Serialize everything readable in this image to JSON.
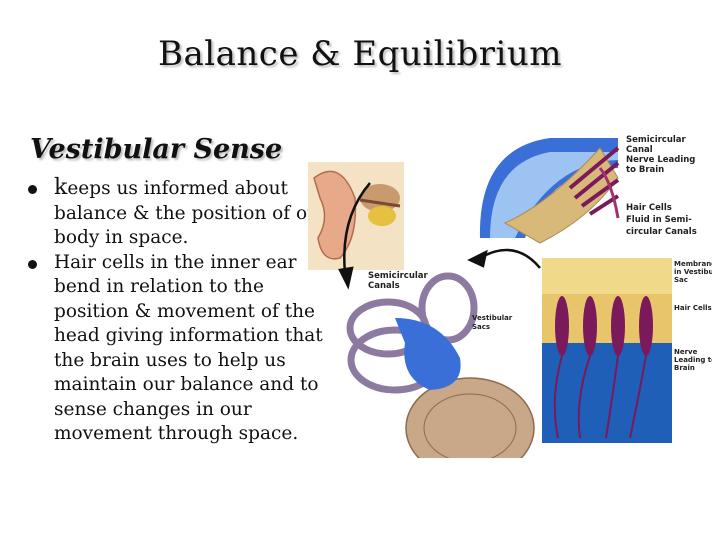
{
  "slide": {
    "title": "Balance & Equilibrium",
    "subtitle": "Vestibular Sense",
    "bullets": [
      {
        "first_letter": "k",
        "text": "eeps us informed about balance & the position of our body in space."
      },
      {
        "first_letter": "",
        "text": "Hair cells in the inner ear bend in relation to the position & movement of the head giving information that  the brain uses to help us maintain our balance and to sense changes in our movement through space."
      }
    ]
  },
  "figure": {
    "labels": {
      "semicircular_canal": "Semicircular",
      "semicircular_canal_2": "Canal",
      "nerve_leading": "Nerve Leading",
      "to_brain": "to Brain",
      "hair_cells": "Hair Cells",
      "fluid_1": "Fluid in Semi-",
      "fluid_2": "circular Canals",
      "semicircular_canals_1": "Semicircular",
      "semicircular_canals_2": "Canals",
      "vestibular_sacs_1": "Vestibular",
      "vestibular_sacs_2": "Sacs",
      "membrane_1": "Membrane",
      "membrane_2": "in Vestibular",
      "membrane_3": "Sac",
      "hair_cells_small": "Hair Cells",
      "nerve_small_1": "Nerve",
      "nerve_small_2": "Leading to",
      "nerve_small_3": "Brain"
    },
    "colors": {
      "canal_blue": "#3a6fd8",
      "hair_cell_purple": "#7a1a5a",
      "nerve_tan": "#d9b97a",
      "ear_skin": "#e7a98a",
      "brain_tan": "#c9a789"
    }
  }
}
